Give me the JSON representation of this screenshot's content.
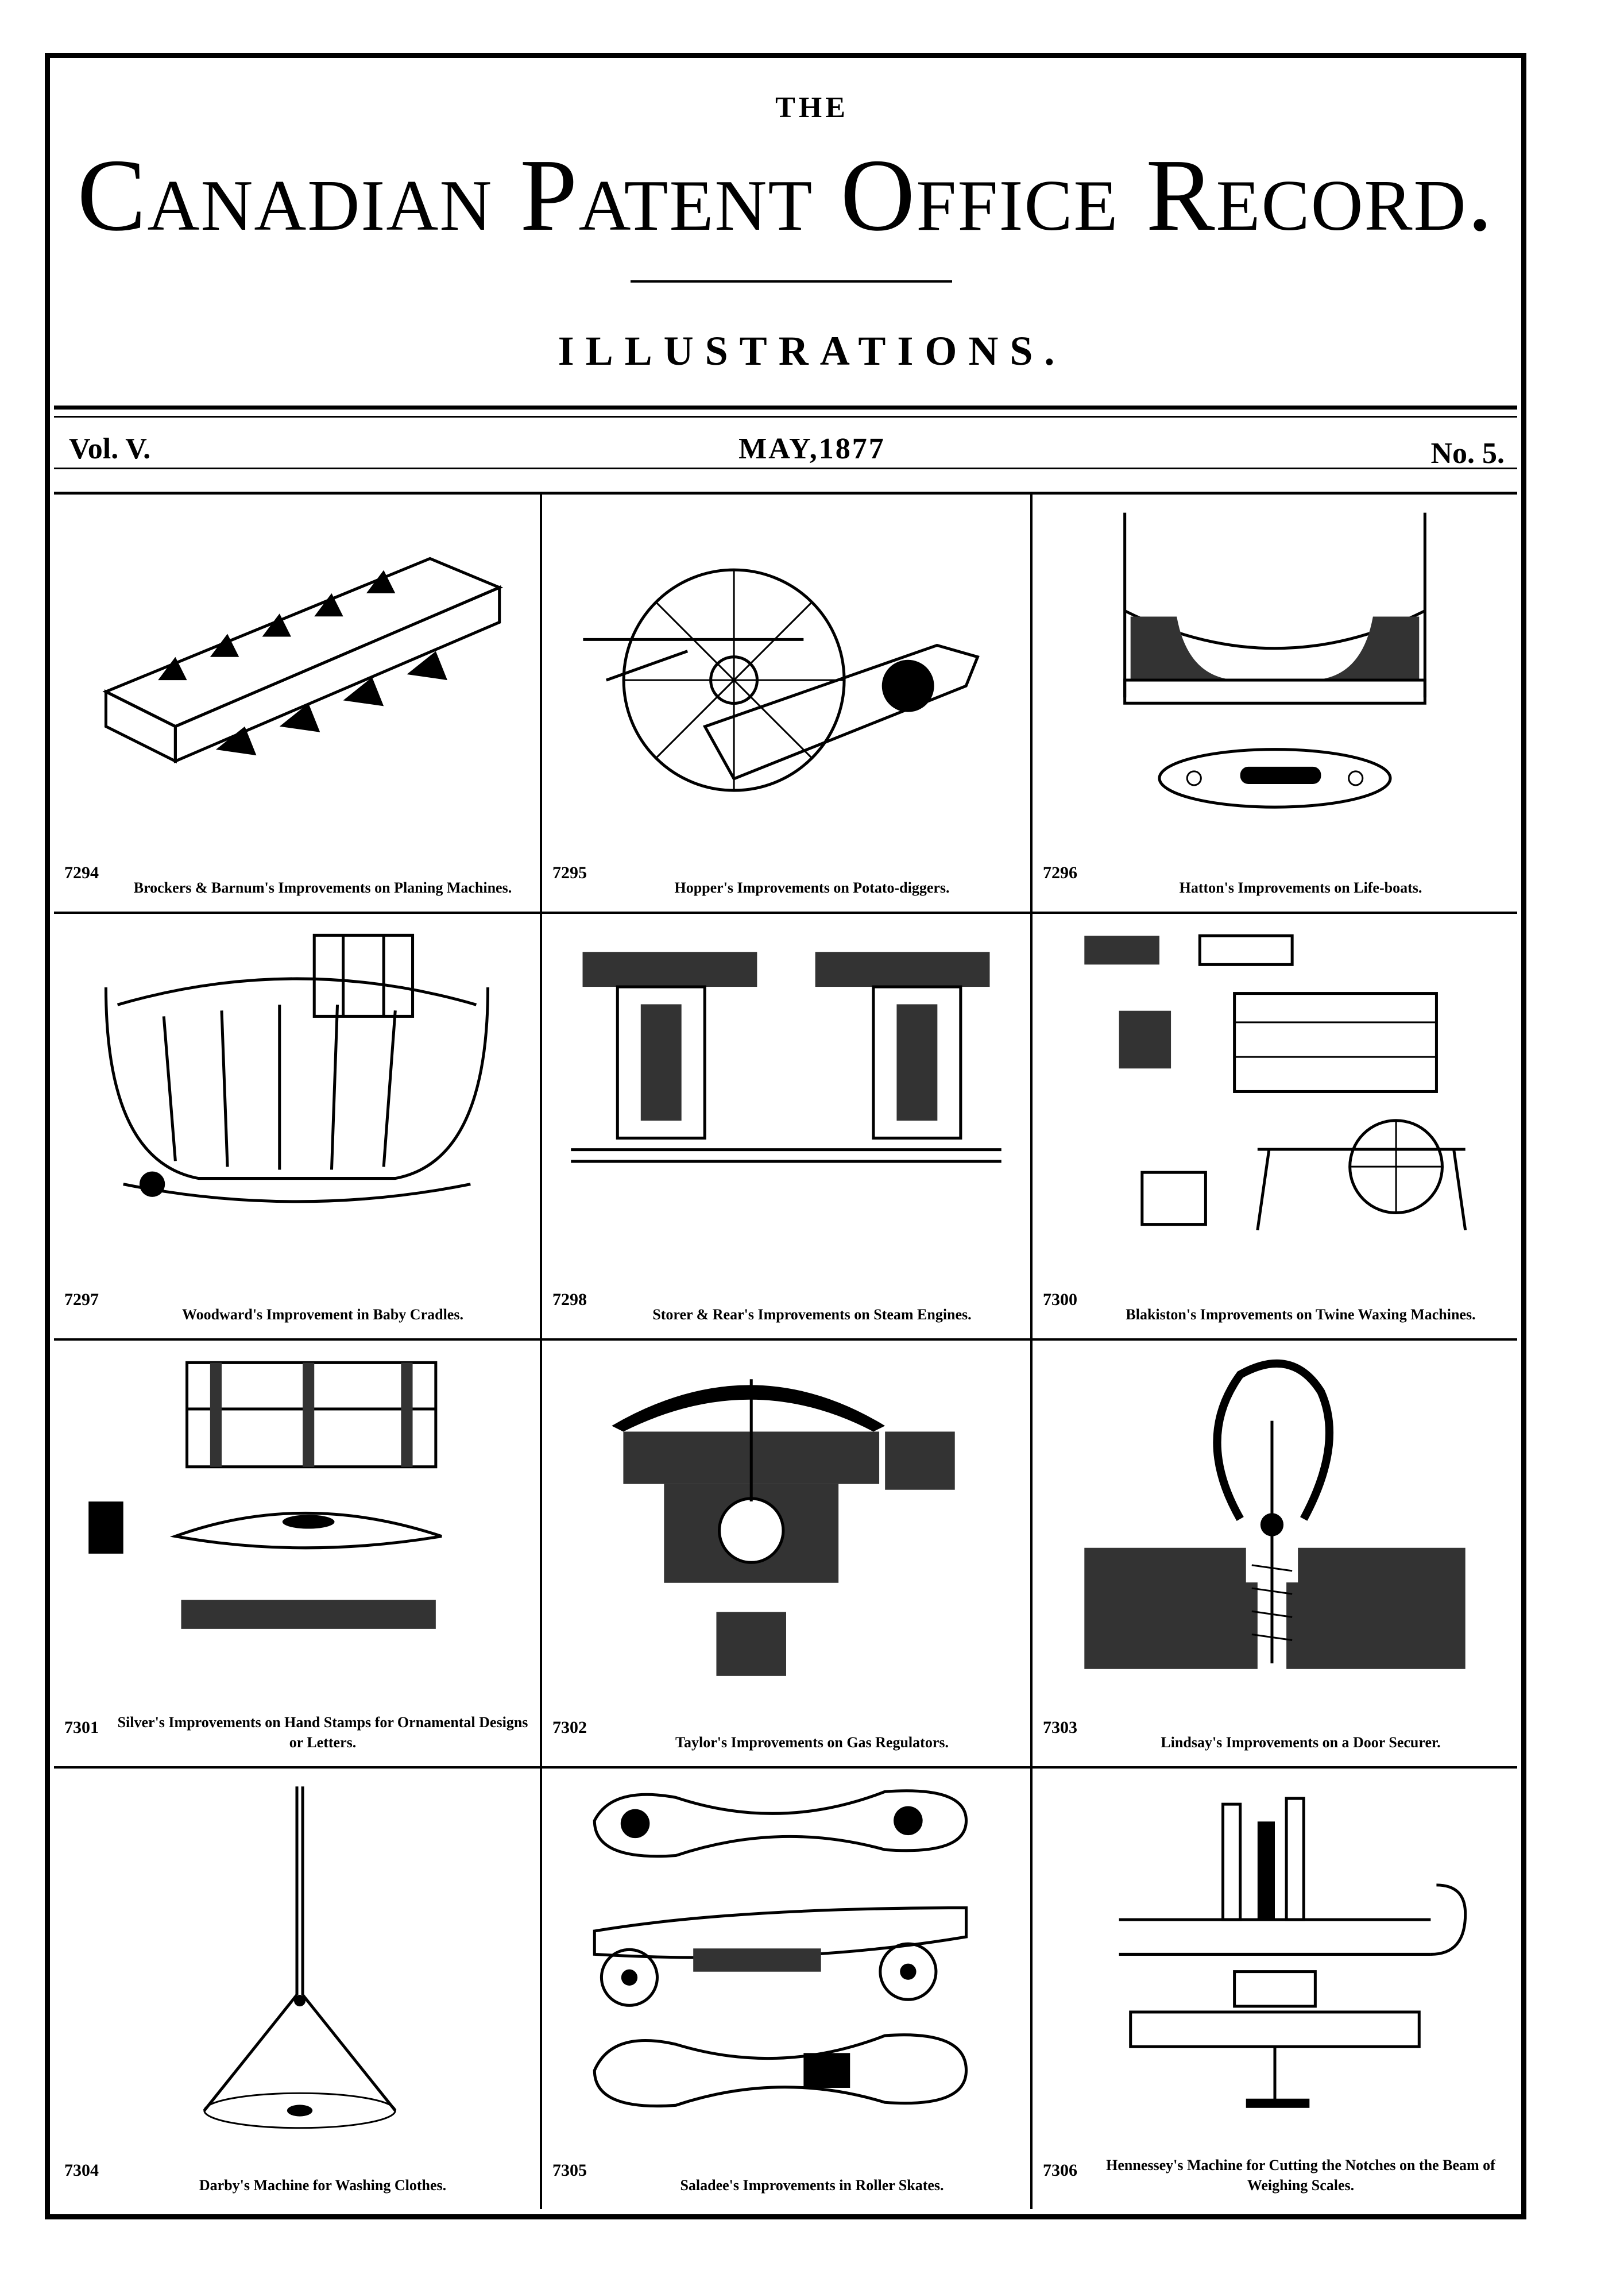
{
  "header": {
    "the": "THE",
    "title": "Canadian Patent Office Record.",
    "subtitle": "ILLUSTRATIONS.",
    "volume": "Vol. V.",
    "date": "MAY,1877",
    "number": "No. 5."
  },
  "entries": [
    {
      "number": "7294",
      "caption": "Brockers & Barnum's Improvements on Planing Machines.",
      "icon": "planing-machine-icon"
    },
    {
      "number": "7295",
      "caption": "Hopper's Improvements on Potato-diggers.",
      "icon": "potato-digger-icon"
    },
    {
      "number": "7296",
      "caption": "Hatton's Improvements on Life-boats.",
      "icon": "life-boat-icon"
    },
    {
      "number": "7297",
      "caption": "Woodward's Improvement in Baby Cradles.",
      "icon": "baby-cradle-icon"
    },
    {
      "number": "7298",
      "caption": "Storer & Rear's Improvements on Steam Engines.",
      "icon": "steam-engine-icon"
    },
    {
      "number": "7300",
      "caption": "Blakiston's Improvements on Twine Waxing Machines.",
      "icon": "twine-waxing-machine-icon"
    },
    {
      "number": "7301",
      "caption": "Silver's Improvements on Hand Stamps for Ornamental Designs or Letters.",
      "icon": "hand-stamp-icon"
    },
    {
      "number": "7302",
      "caption": "Taylor's Improvements on Gas Regulators.",
      "icon": "gas-regulator-icon"
    },
    {
      "number": "7303",
      "caption": "Lindsay's Improvements on a Door Securer.",
      "icon": "door-securer-icon"
    },
    {
      "number": "7304",
      "caption": "Darby's Machine for Washing Clothes.",
      "icon": "washing-machine-icon"
    },
    {
      "number": "7305",
      "caption": "Saladee's Improvements in Roller Skates.",
      "icon": "roller-skate-icon"
    },
    {
      "number": "7306",
      "caption": "Hennessey's Machine for Cutting the Notches on the Beam of Weighing Scales.",
      "icon": "notch-cutting-machine-icon"
    }
  ]
}
